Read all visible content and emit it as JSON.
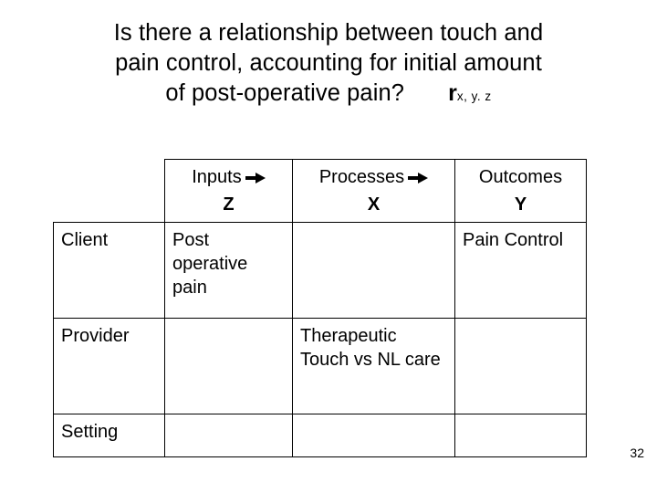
{
  "slide": {
    "title_lines": [
      "Is there a relationship between touch and",
      "pain control, accounting for initial amount",
      "of post-operative pain?"
    ],
    "r_symbol": "r",
    "r_subscript": "x, y. z",
    "page_number": "32"
  },
  "table": {
    "headers": {
      "corner": "",
      "inputs": "Inputs",
      "processes": "Processes",
      "outcomes": "Outcomes",
      "inputs_letter": "Z",
      "processes_letter": "X",
      "outcomes_letter": "Y"
    },
    "rows": [
      {
        "label": "Client",
        "inputs": "Post operative pain",
        "processes": "",
        "outcomes": "Pain Control"
      },
      {
        "label": "Provider",
        "inputs": "",
        "processes": "Therapeutic Touch vs NL care",
        "outcomes": ""
      },
      {
        "label": "Setting",
        "inputs": "",
        "processes": "",
        "outcomes": ""
      }
    ]
  }
}
